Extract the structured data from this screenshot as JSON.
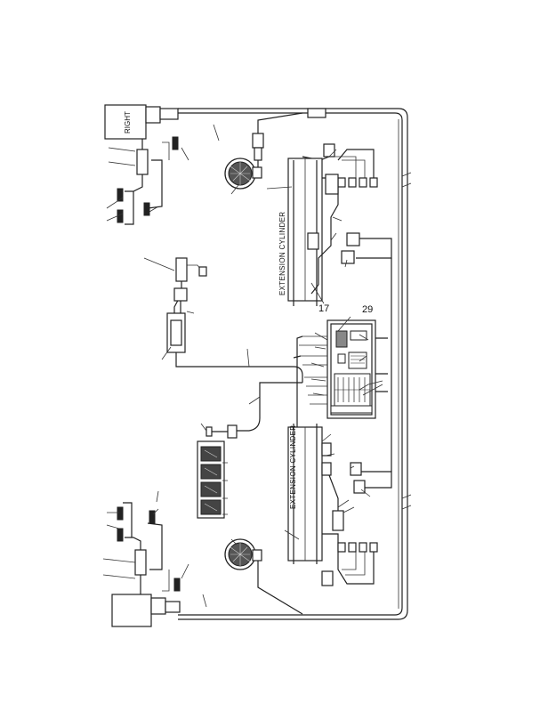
{
  "labels": {
    "right_box": "RIGHT",
    "extension_cylinder_top": "EXTENSION CYLINDER",
    "extension_cylinder_bottom": "EXTENSION CYLINDER",
    "callout_17": "17",
    "callout_29": "29"
  },
  "colors": {
    "line": "#222222",
    "background": "#ffffff"
  }
}
